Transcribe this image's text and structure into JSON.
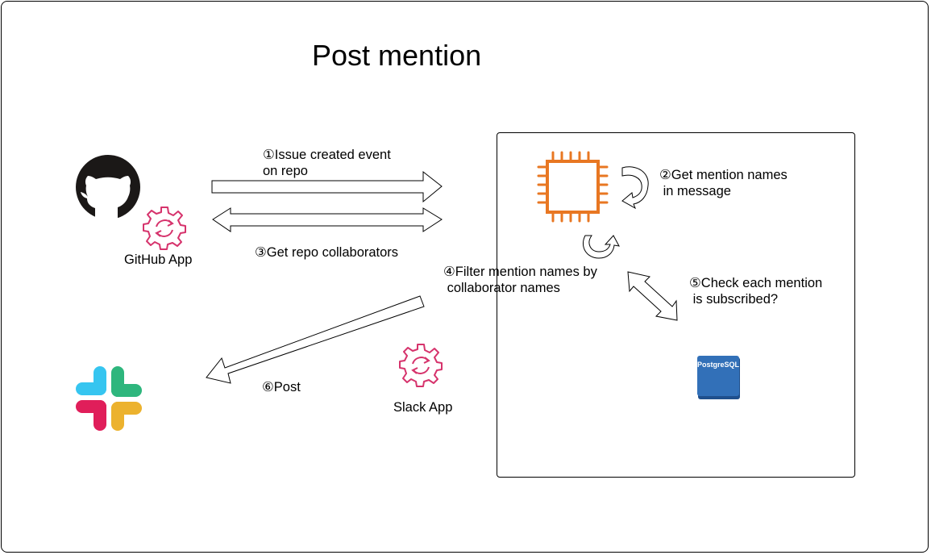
{
  "title": "Post mention",
  "github": {
    "label": "GitHub App"
  },
  "slack": {
    "label": "Slack App"
  },
  "database": {
    "label": "PostgreSQL"
  },
  "steps": [
    {
      "label": "①Issue created event\non repo"
    },
    {
      "label": "②Get mention names\n in message"
    },
    {
      "label": "③Get repo collaborators"
    },
    {
      "label": "④Filter mention names by\n collaborator names"
    },
    {
      "label": "⑤Check each mention\n is subscribed?"
    },
    {
      "label": "⑥Post"
    }
  ],
  "colors": {
    "github_logo": "#1b1817",
    "app_icon": "#d6336c",
    "compute_icon": "#e87722",
    "postgres_fill": "#3270b8",
    "slack_blue": "#36c5f0",
    "slack_green": "#2eb67d",
    "slack_red": "#e01e5a",
    "slack_yellow": "#ecb22e"
  }
}
